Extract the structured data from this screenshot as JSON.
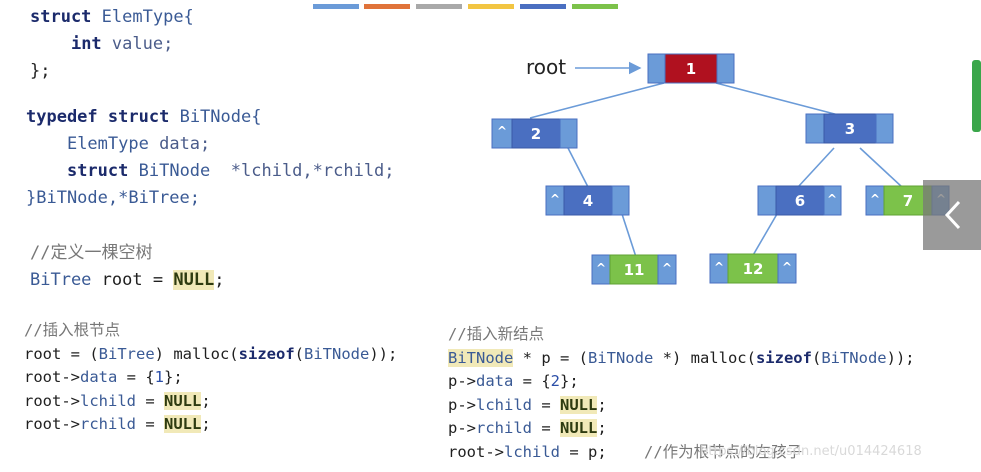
{
  "struct_block": {
    "l1a": "struct",
    "l1b": "ElemType{",
    "l2a": "int",
    "l2b": "value;",
    "l3": "};"
  },
  "typedef_block": {
    "l1a": "typedef",
    "l1b": "struct",
    "l1c": "BiTNode{",
    "l2a": "ElemType",
    "l2b": "data;",
    "l3a": "struct",
    "l3b": "BiTNode",
    "l3c": "*lchild,*rchild;",
    "l4": "}BiTNode,*BiTree;"
  },
  "empty_tree": {
    "comment": "//定义一棵空树",
    "type": "BiTree",
    "rest": "root = ",
    "null": "NULL",
    "semi": ";"
  },
  "insert_root": {
    "comment": "//插入根节点",
    "l1a": "root = (",
    "l1b": "BiTree",
    "l1c": ") malloc(",
    "l1d": "sizeof",
    "l1e": "(",
    "l1f": "BiTNode",
    "l1g": "));",
    "l2a": "root->",
    "l2b": "data",
    "l2c": " = {",
    "l2d": "1",
    "l2e": "};",
    "l3a": "root->",
    "l3b": "lchild",
    "l3c": " = ",
    "l3d": "NULL",
    "l3e": ";",
    "l4a": "root->",
    "l4b": "rchild",
    "l4c": " = ",
    "l4d": "NULL",
    "l4e": ";"
  },
  "insert_new": {
    "comment": "//插入新结点",
    "l1a": "BiTNode",
    "l1b": " * p = (",
    "l1c": "BiTNode",
    "l1d": " *) malloc(",
    "l1e": "sizeof",
    "l1f": "(",
    "l1g": "BiTNode",
    "l1h": "));",
    "l2a": "p->",
    "l2b": "data",
    "l2c": " = {",
    "l2d": "2",
    "l2e": "};",
    "l3a": "p->",
    "l3b": "lchild",
    "l3c": " = ",
    "l3d": "NULL",
    "l3e": ";",
    "l4a": "p->",
    "l4b": "rchild",
    "l4c": " = ",
    "l4d": "NULL",
    "l4e": ";",
    "l5a": "root->",
    "l5b": "lchild",
    "l5c": " = p;",
    "l5comment": "//作为根节点的左孩子"
  },
  "tree": {
    "root_label": "root",
    "null_marker": "^",
    "nodes": [
      "1",
      "2",
      "3",
      "4",
      "6",
      "7",
      "11",
      "12"
    ]
  },
  "watermark": "https://blog.csdn.net/u014424618",
  "colors": {
    "root_node": "#b0111f",
    "blue_node": "#4a6fc1",
    "blue_side": "#6b9bd8",
    "green_node": "#7cc24a",
    "line": "#6b9bd8"
  },
  "top_bar_colors": [
    "#6b9bd8",
    "#e0733a",
    "#a9a9a9",
    "#f2c542",
    "#4a6fc1",
    "#7cc24a"
  ]
}
